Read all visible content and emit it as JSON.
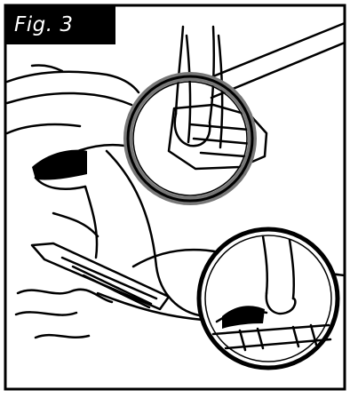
{
  "figure": {
    "label": "Fig. 3"
  },
  "colors": {
    "ink": "#000000",
    "paper": "#ffffff",
    "highlight_ring": "#777777"
  },
  "icons": {
    "label_box": "black-rectangle",
    "callout": "magnifier-circle"
  }
}
